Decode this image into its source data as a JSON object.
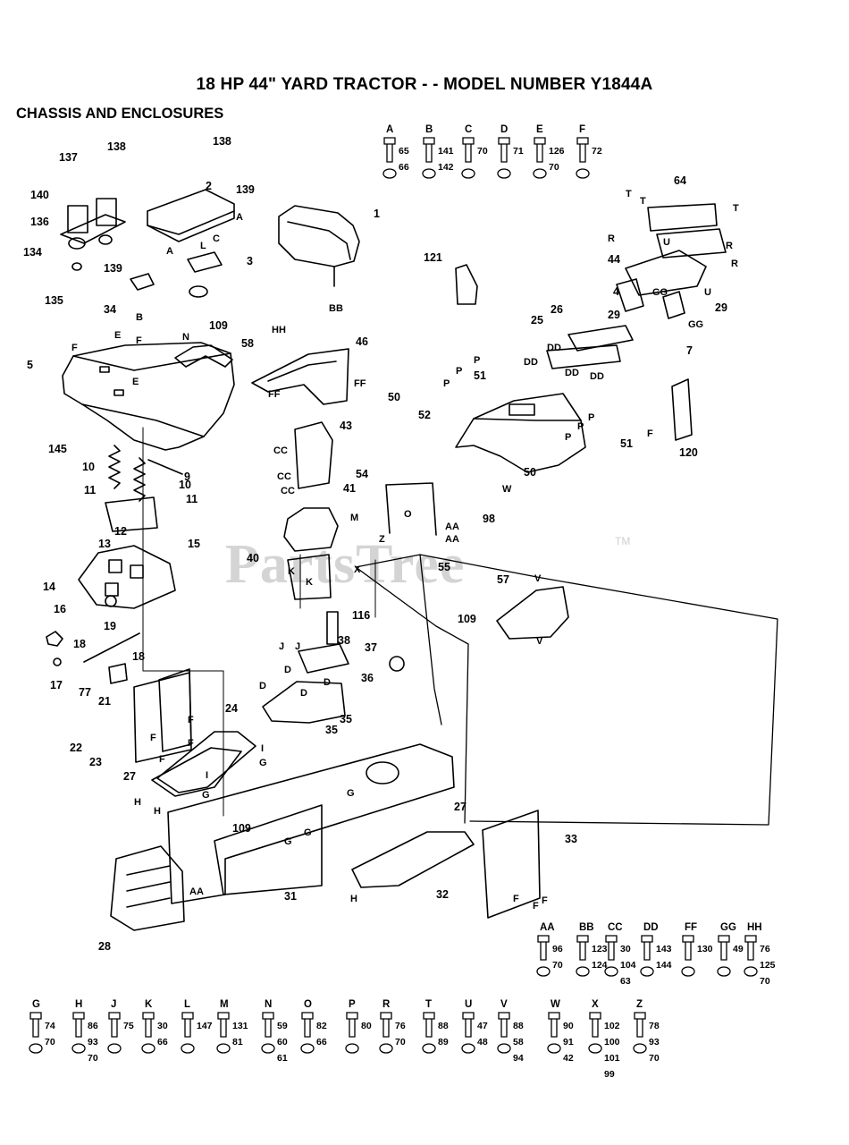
{
  "title": "18 HP 44\" YARD TRACTOR - - MODEL NUMBER Y1844A",
  "subtitle": "CHASSIS AND ENCLOSURES",
  "watermark": "PartsTree",
  "watermark_mark": "TM",
  "callouts": [
    "1",
    "2",
    "3",
    "4",
    "5",
    "7",
    "9",
    "10",
    "10",
    "11",
    "11",
    "12",
    "13",
    "14",
    "15",
    "16",
    "17",
    "18",
    "18",
    "19",
    "21",
    "22",
    "23",
    "24",
    "25",
    "26",
    "27",
    "27",
    "28",
    "29",
    "29",
    "31",
    "32",
    "33",
    "34",
    "35",
    "35",
    "36",
    "37",
    "38",
    "40",
    "41",
    "43",
    "44",
    "46",
    "50",
    "50",
    "51",
    "51",
    "52",
    "54",
    "55",
    "57",
    "58",
    "64",
    "77",
    "98",
    "109",
    "109",
    "109",
    "116",
    "120",
    "121",
    "134",
    "135",
    "136",
    "137",
    "138",
    "138",
    "139",
    "139",
    "140",
    "145"
  ],
  "letters": [
    "A",
    "A",
    "B",
    "BB",
    "C",
    "L",
    "E",
    "E",
    "F",
    "F",
    "N",
    "FF",
    "FF",
    "V",
    "V",
    "X",
    "Z",
    "O",
    "M",
    "HH",
    "AA",
    "AA",
    "AA",
    "CC",
    "CC",
    "CC",
    "K",
    "K",
    "J",
    "J",
    "D",
    "D",
    "D",
    "D",
    "F",
    "F",
    "F",
    "F",
    "G",
    "G",
    "G",
    "G",
    "G",
    "H",
    "H",
    "H",
    "I",
    "I",
    "P",
    "P",
    "P",
    "P",
    "P",
    "P",
    "W",
    "DD",
    "DD",
    "DD",
    "DD",
    "GG",
    "GG",
    "R",
    "R",
    "R",
    "T",
    "T",
    "T",
    "U",
    "U",
    "F",
    "F",
    "F",
    "F"
  ],
  "fasteners": [
    {
      "key": "A",
      "refs": [
        "65",
        "66"
      ]
    },
    {
      "key": "B",
      "refs": [
        "141",
        "142"
      ]
    },
    {
      "key": "C",
      "refs": [
        "70"
      ]
    },
    {
      "key": "D",
      "refs": [
        "71"
      ]
    },
    {
      "key": "E",
      "refs": [
        "126",
        "70"
      ]
    },
    {
      "key": "F",
      "refs": [
        "72"
      ]
    },
    {
      "key": "AA",
      "refs": [
        "96",
        "70"
      ]
    },
    {
      "key": "BB",
      "refs": [
        "123",
        "124"
      ]
    },
    {
      "key": "CC",
      "refs": [
        "30",
        "104",
        "63"
      ]
    },
    {
      "key": "DD",
      "refs": [
        "143",
        "144"
      ]
    },
    {
      "key": "FF",
      "refs": [
        "130"
      ]
    },
    {
      "key": "GG",
      "refs": [
        "49"
      ]
    },
    {
      "key": "HH",
      "refs": [
        "76",
        "125",
        "70"
      ]
    },
    {
      "key": "G",
      "refs": [
        "74",
        "70"
      ]
    },
    {
      "key": "H",
      "refs": [
        "86",
        "93",
        "70"
      ]
    },
    {
      "key": "J",
      "refs": [
        "75"
      ]
    },
    {
      "key": "K",
      "refs": [
        "30",
        "66"
      ]
    },
    {
      "key": "L",
      "refs": [
        "147"
      ]
    },
    {
      "key": "M",
      "refs": [
        "131",
        "81"
      ]
    },
    {
      "key": "N",
      "refs": [
        "59",
        "60",
        "61"
      ]
    },
    {
      "key": "O",
      "refs": [
        "82",
        "66"
      ]
    },
    {
      "key": "P",
      "refs": [
        "80"
      ]
    },
    {
      "key": "R",
      "refs": [
        "76",
        "70"
      ]
    },
    {
      "key": "T",
      "refs": [
        "88",
        "89"
      ]
    },
    {
      "key": "U",
      "refs": [
        "47",
        "48"
      ]
    },
    {
      "key": "V",
      "refs": [
        "88",
        "58",
        "94"
      ]
    },
    {
      "key": "W",
      "refs": [
        "90",
        "91",
        "42"
      ]
    },
    {
      "key": "X",
      "refs": [
        "102",
        "100",
        "101",
        "99"
      ]
    },
    {
      "key": "Z",
      "refs": [
        "78",
        "93",
        "70"
      ]
    }
  ]
}
